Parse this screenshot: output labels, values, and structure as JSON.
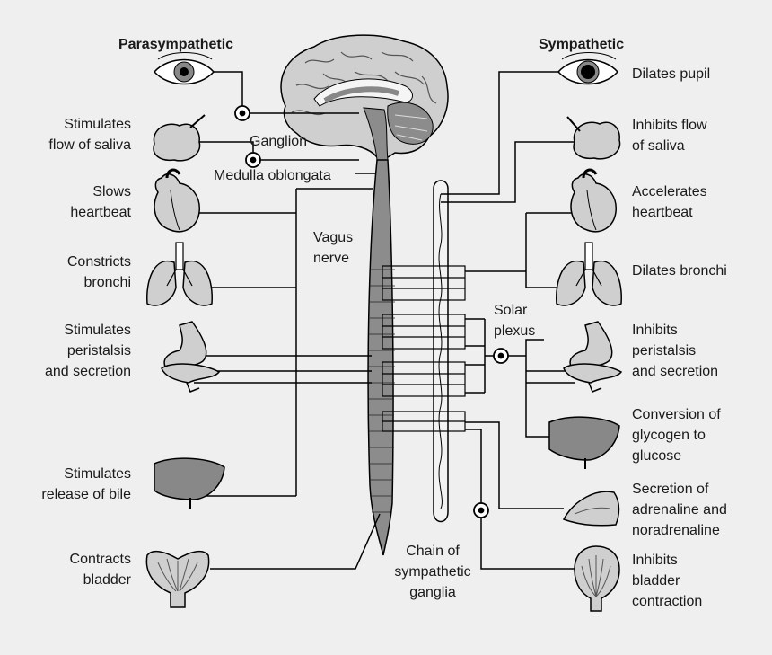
{
  "headers": {
    "parasympathetic": "Parasympathetic",
    "sympathetic": "Sympathetic"
  },
  "labels": {
    "ganglion": "Ganglion",
    "medulla": "Medulla oblongata",
    "vagus": "Vagus\nnerve",
    "solar_plexus": "Solar\nplexus",
    "chain": "Chain of\nsympathetic\nganglia"
  },
  "parasympathetic_effects": [
    "Stimulates\nflow of saliva",
    "Slows\nheartbeat",
    "Constricts\nbronchi",
    "Stimulates\nperistalsis\nand secretion",
    "Stimulates\nrelease of bile",
    "Contracts\nbladder"
  ],
  "sympathetic_effects": [
    "Dilates pupil",
    "Inhibits flow\nof saliva",
    "Accelerates\nheartbeat",
    "Dilates bronchi",
    "Inhibits\nperistalsis\nand secretion",
    "Conversion of\nglycogen to\nglucose",
    "Secretion of\nadrenaline and\nnoradrenaline",
    "Inhibits\nbladder\ncontraction"
  ],
  "colors": {
    "background": "#efefef",
    "organ_fill": "#cfcfcf",
    "dark_fill": "#7a7a7a",
    "line": "#000000"
  }
}
